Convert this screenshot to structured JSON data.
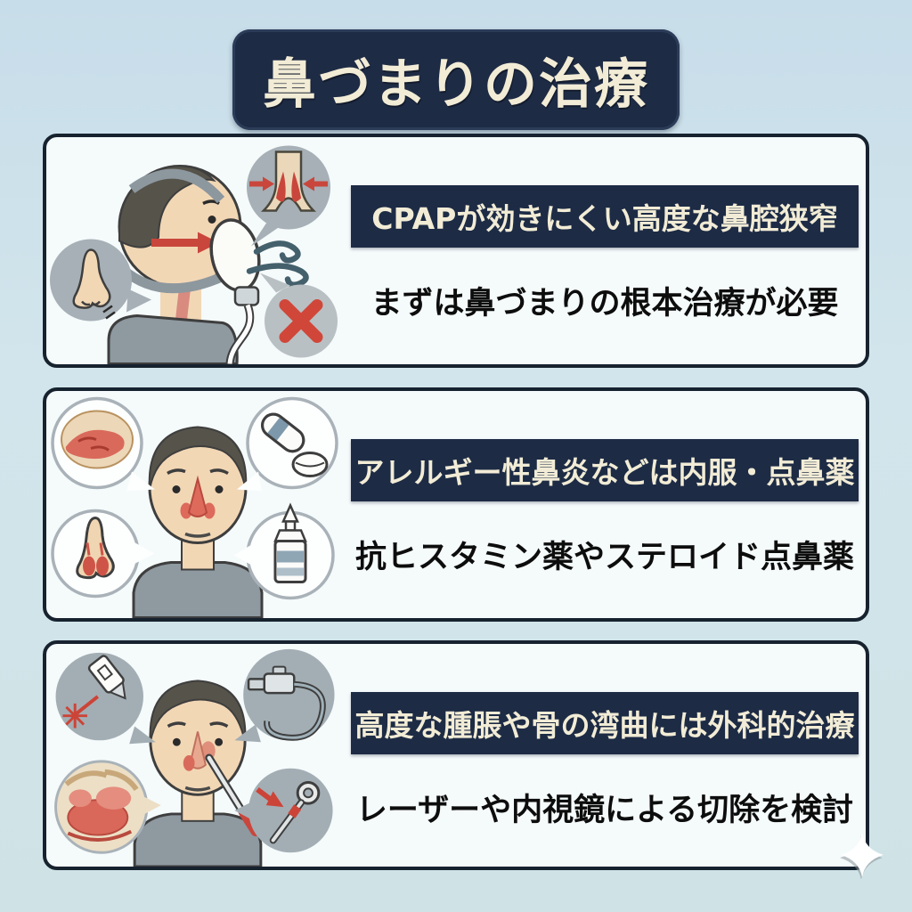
{
  "page": {
    "title": "鼻づまりの治療",
    "background_color": "#cfe2ea",
    "card_background": "#f5fafb",
    "card_border_color": "#17222f",
    "badge_background": "#1d2b45",
    "badge_text_color": "#f2ecd6",
    "body_text_color": "#0d0d0d",
    "accent_red": "#c9463c",
    "callout_gray": "#a3aeb4"
  },
  "cards": [
    {
      "id": "cpap",
      "badge": "CPAPが効きにくい高度な鼻腔狭窄",
      "subtitle": "まずは鼻づまりの根本治療が必要",
      "illustration": "person-wearing-cpap-mask",
      "icons": [
        "blocked-nose-icon",
        "narrowed-airway-icon",
        "airflow-wind-icon",
        "cross-icon"
      ]
    },
    {
      "id": "allergy",
      "badge": "アレルギー性鼻炎などは内服・点鼻薬",
      "subtitle": "抗ヒスタミン薬やステロイド点鼻薬",
      "illustration": "person-with-allergic-rhinitis",
      "icons": [
        "inflamed-sinus-icon",
        "inflamed-nose-icon",
        "pills-icon",
        "nasal-spray-icon"
      ]
    },
    {
      "id": "surgery",
      "badge": "高度な腫脹や骨の湾曲には外科的治療",
      "subtitle": "レーザーや内視鏡による切除を検討",
      "illustration": "person-receiving-nasal-surgery",
      "icons": [
        "laser-device-icon",
        "endoscope-icon",
        "swollen-tissue-icon",
        "surgical-tool-icon"
      ]
    }
  ],
  "decorations": {
    "sparkle": "four-point-star"
  }
}
